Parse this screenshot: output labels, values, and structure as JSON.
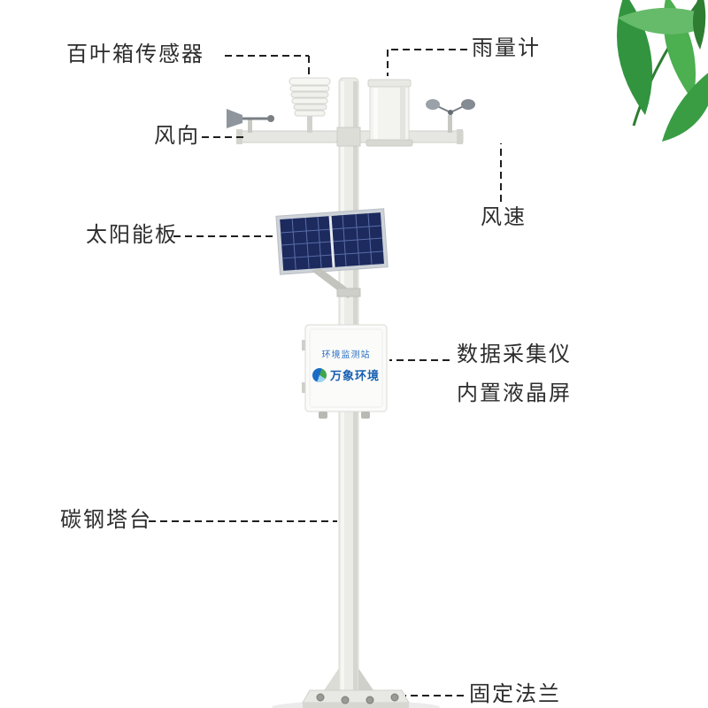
{
  "scene": {
    "background": "#ffffff",
    "subject": "automatic-weather-monitoring-station"
  },
  "callouts": {
    "louver_sensor": "百叶箱传感器",
    "rain_gauge": "雨量计",
    "wind_direction": "风向",
    "wind_speed": "风速",
    "solar_panel": "太阳能板",
    "data_logger": "数据采集仪",
    "lcd_screen": "内置液晶屏",
    "tower": "碳钢塔台",
    "flange": "固定法兰"
  },
  "device_box": {
    "header": "环境监测站",
    "brand": "万象环境"
  },
  "colors": {
    "label_text": "#2d2d2d",
    "leader_line": "#1f1f1f",
    "panel_blue": "#1c2a5e",
    "panel_grid": "#5a6da8",
    "header_blue": "#2b6fc2",
    "brand_blue": "#155fb0",
    "leaf_green_dark": "#339440",
    "leaf_green": "#4caf50",
    "leaf_green_light": "#66bb6a",
    "pole_gray": "#ebebe7"
  }
}
